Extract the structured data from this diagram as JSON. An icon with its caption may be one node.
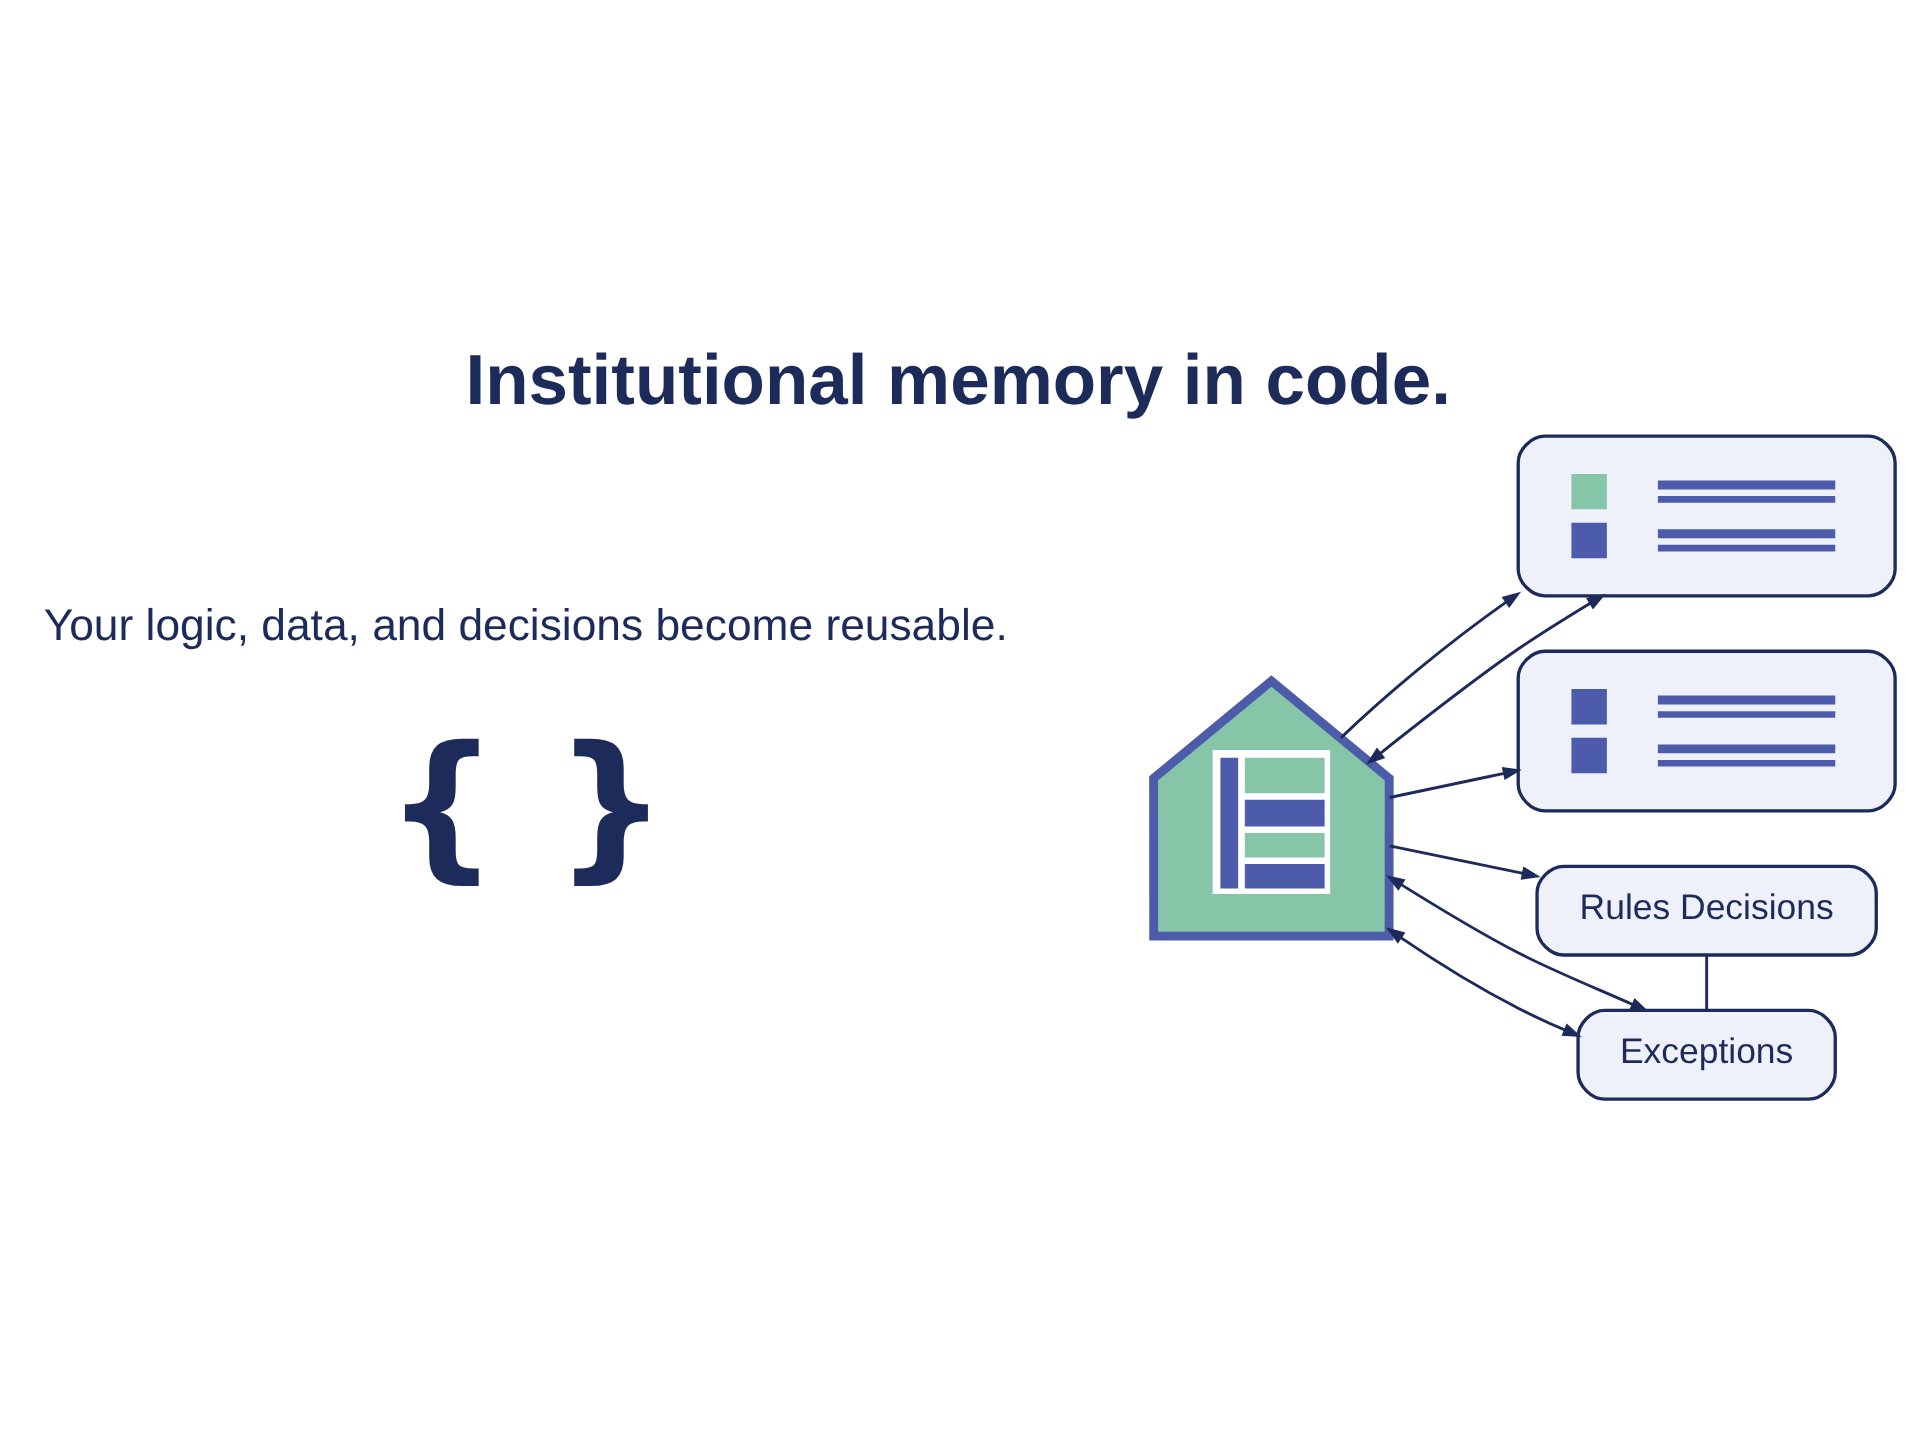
{
  "diagram": {
    "title": "Institutional memory in code.",
    "nodes": [
      {
        "text": [],
        "shape": "picture"
      },
      {
        "text": [],
        "shape": "box"
      },
      {
        "text": [],
        "shape": "box"
      },
      {
        "text": [
          "Rules Decisions"
        ]
      },
      {
        "text": [
          "Exceptions"
        ]
      }
    ],
    "edges": [
      {
        "from": 0,
        "to": 1,
        "arrow": "both"
      },
      {
        "from": 0,
        "to": 1,
        "arrow": "to"
      },
      {
        "from": 0,
        "to": 2,
        "arrow": "to"
      },
      {
        "from": 0,
        "to": 3,
        "arrow": "to"
      },
      {
        "from": 0,
        "to": 4,
        "arrow": "both"
      },
      {
        "from": 0,
        "to": 4,
        "arrow": "both"
      },
      {
        "from": 3,
        "to": 4,
        "arrow": "none"
      }
    ],
    "labels": [
      "Your logic, data, and decisions become reusable.",
      "{ }"
    ]
  }
}
